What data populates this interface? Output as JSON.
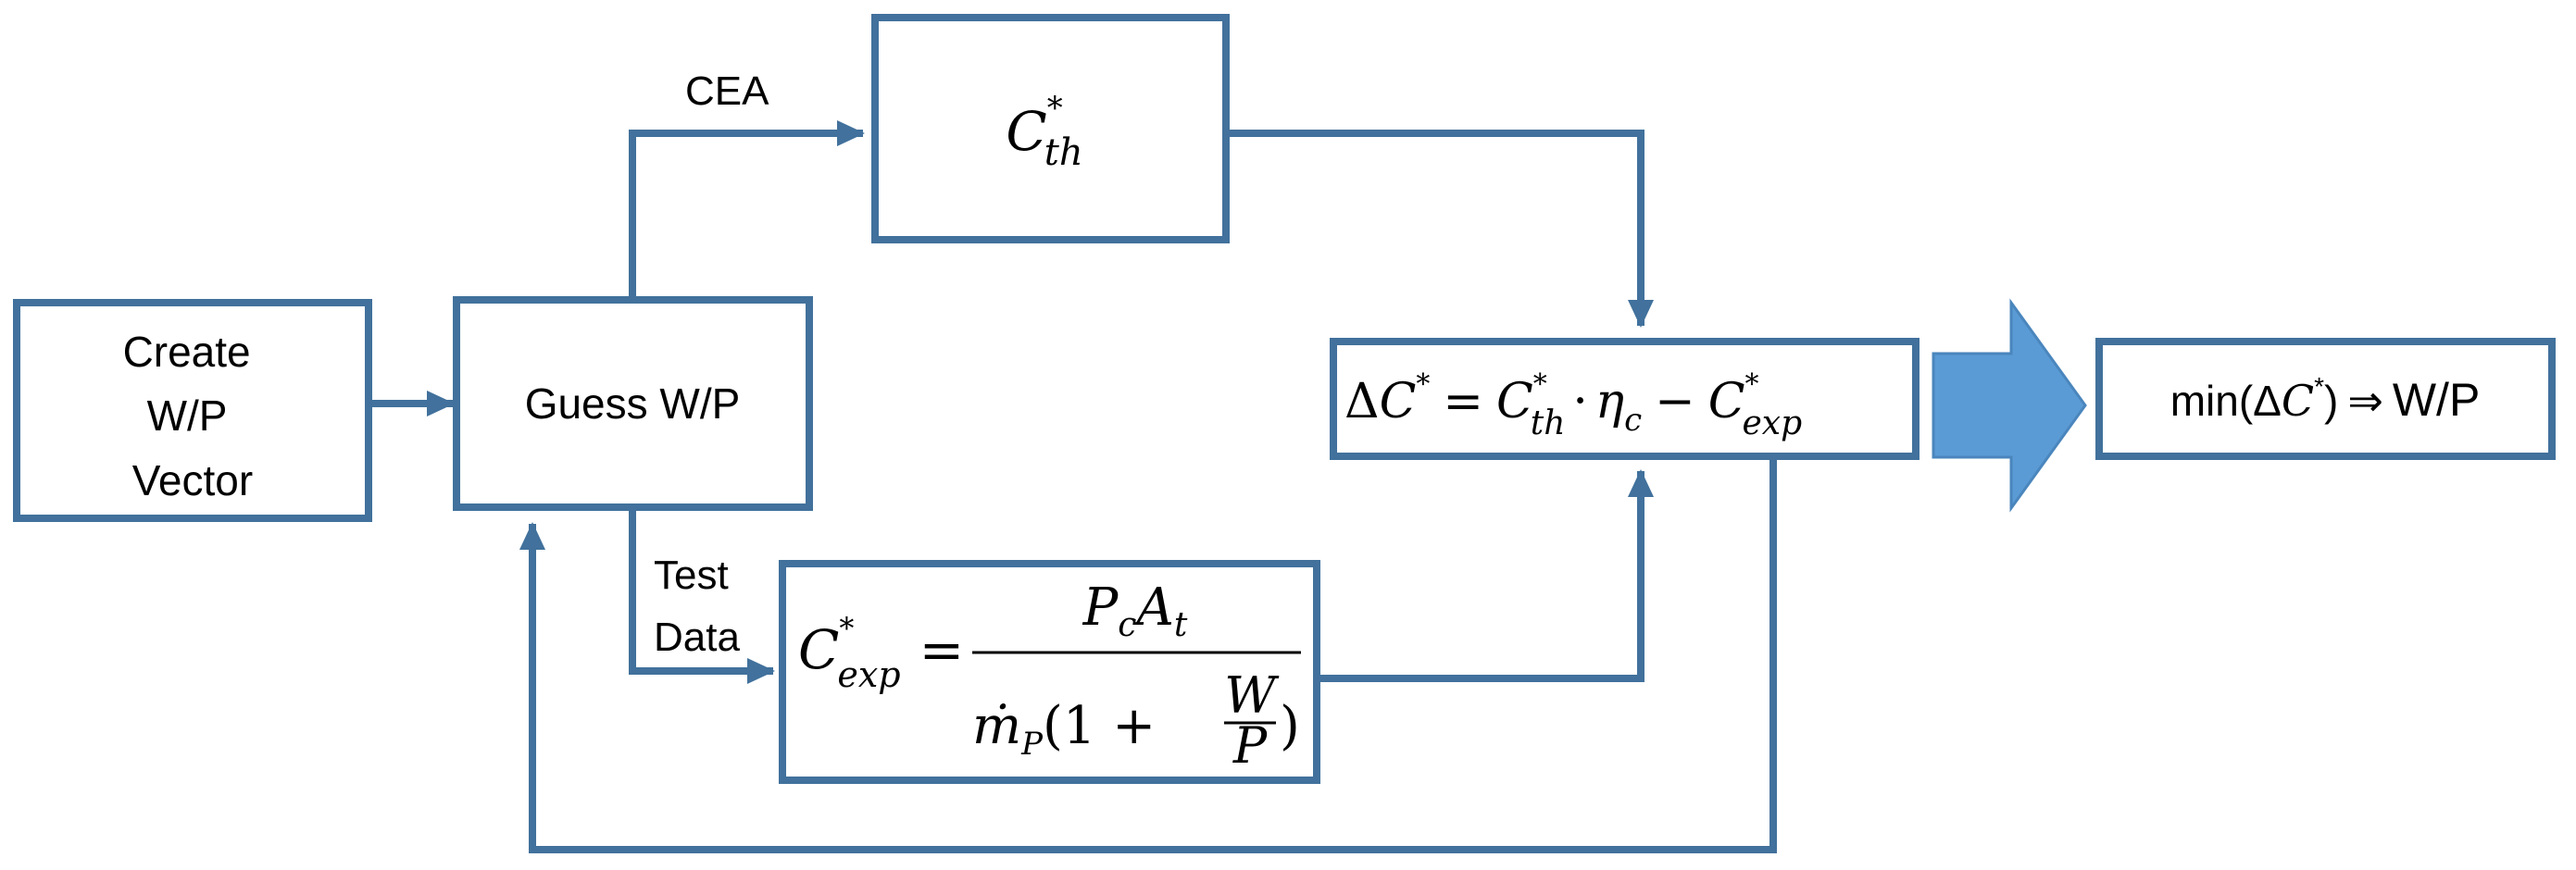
{
  "colors": {
    "stroke": "#41719c",
    "big_arrow_fill": "#5b9bd5",
    "big_arrow_stroke": "#4a86bd",
    "text": "#000000"
  },
  "nodes": {
    "create": {
      "lines": [
        "Create",
        "W/P",
        "Vector"
      ]
    },
    "guess": {
      "label": "Guess W/P"
    },
    "cth": {
      "symbol": "C",
      "sup": "*",
      "sub": "th"
    },
    "delta": {
      "delta_prefix": "Δ",
      "C": "C",
      "star": "*",
      "eq": "=",
      "th": "th",
      "dot": "·",
      "eta": "η",
      "c_sub": "c",
      "minus": "−",
      "exp": "exp"
    },
    "cexp": {
      "C": "C",
      "star": "*",
      "exp": "exp",
      "eq": "=",
      "numerator": {
        "P": "P",
        "c": "c",
        "A": "A",
        "t": "t"
      },
      "denominator": {
        "m": "ṁ",
        "P_sub": "P",
        "open": "(1 +",
        "W": "W",
        "P": "P",
        "close": ")"
      }
    },
    "result": {
      "min": "min",
      "open": "(Δ",
      "C": "C",
      "star": "*",
      "close": ")",
      "implies": "⇒",
      "wp": "W/P"
    }
  },
  "edge_labels": {
    "cea": "CEA",
    "test_data": [
      "Test",
      "Data"
    ]
  }
}
